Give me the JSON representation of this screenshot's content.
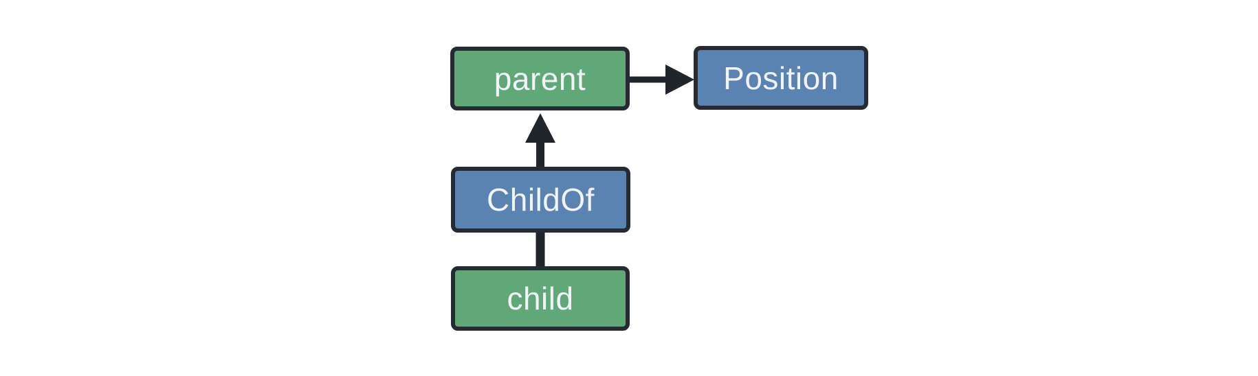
{
  "colors": {
    "bg": "#ffffff",
    "green": "#61a878",
    "blue": "#5b83b2",
    "border": "#252a33",
    "edge": "#20242b",
    "text": "#f0f3f7"
  },
  "diagram": {
    "nodes": {
      "parent": {
        "label": "parent",
        "kind": "entity",
        "fill": "#61a878"
      },
      "position": {
        "label": "Position",
        "kind": "component",
        "fill": "#5b83b2"
      },
      "childof": {
        "label": "ChildOf",
        "kind": "relationship",
        "fill": "#5b83b2"
      },
      "child": {
        "label": "child",
        "kind": "entity",
        "fill": "#61a878"
      }
    },
    "edges": [
      {
        "from": "parent",
        "to": "Position",
        "style": "arrow"
      },
      {
        "from": "ChildOf",
        "to": "parent",
        "style": "arrow"
      },
      {
        "from": "child",
        "to": "ChildOf",
        "style": "line"
      }
    ]
  }
}
